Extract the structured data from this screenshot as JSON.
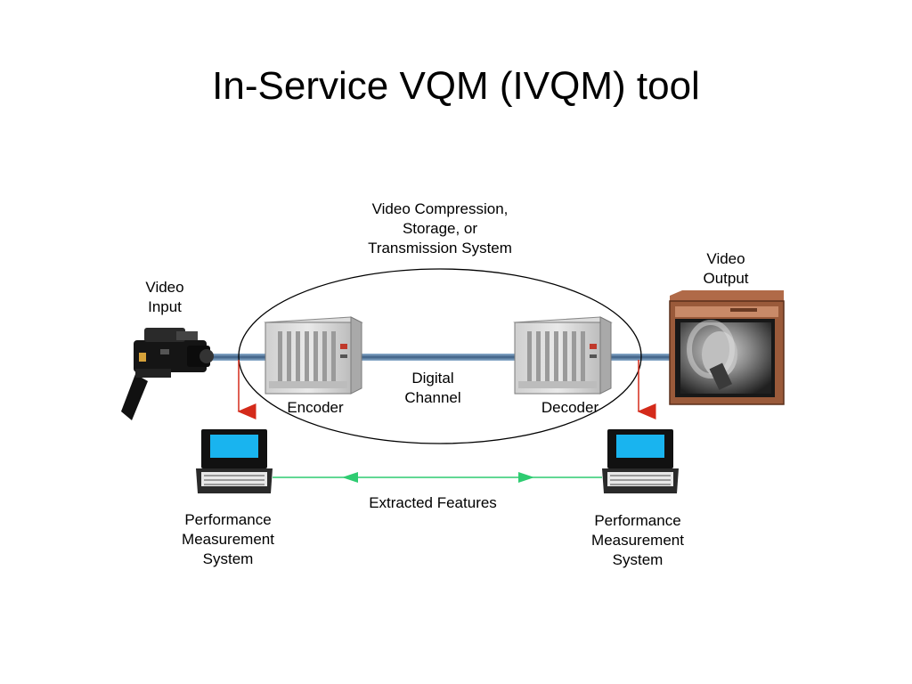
{
  "title": "In-Service VQM (IVQM) tool",
  "system_label": [
    "Video Compression,",
    "Storage, or",
    "Transmission System"
  ],
  "video_input_label": [
    "Video",
    "Input"
  ],
  "video_output_label": [
    "Video",
    "Output"
  ],
  "encoder_label": "Encoder",
  "decoder_label": "Decoder",
  "channel_label": [
    "Digital",
    "Channel"
  ],
  "extracted_features_label": "Extracted Features",
  "pms_left_label": [
    "Performance",
    "Measurement",
    "System"
  ],
  "pms_right_label": [
    "Performance",
    "Measurement",
    "System"
  ],
  "icons": {
    "camera": "video-camera-icon",
    "rack": "equipment-rack-icon",
    "tv": "television-monitor-icon",
    "laptop": "laptop-computer-icon"
  },
  "colors": {
    "signal_line": "#4a6a8c",
    "tap_arrow": "#d42a1a",
    "feature_line": "#2ecc71",
    "screen_blue": "#19b4ef",
    "tv_frame": "#9a5a3a"
  }
}
